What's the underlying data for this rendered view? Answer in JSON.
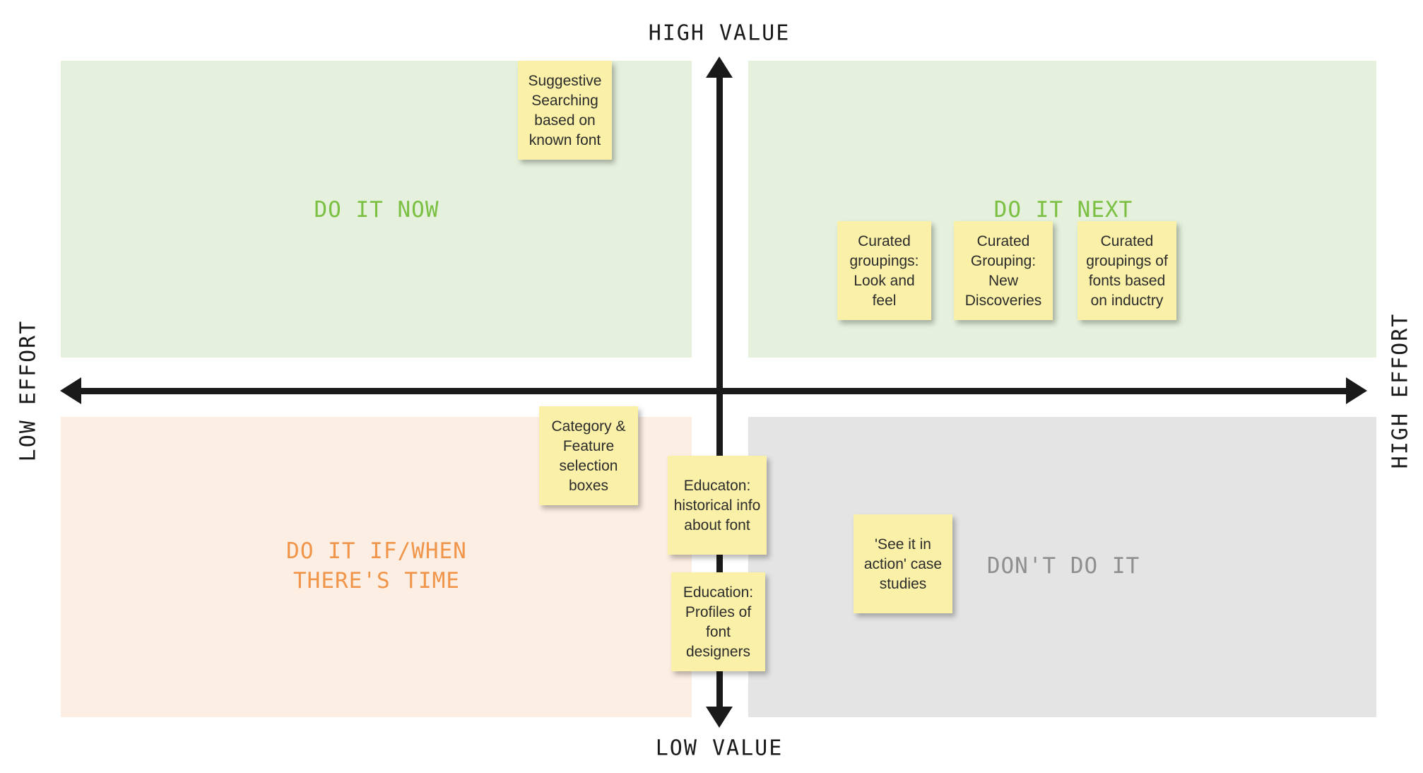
{
  "axes": {
    "top_label": "HIGH VALUE",
    "bottom_label": "LOW VALUE",
    "left_label": "LOW EFFORT",
    "right_label": "HIGH EFFORT"
  },
  "quadrants": {
    "do_now": {
      "label": "DO IT NOW",
      "color": "#7bc043",
      "background": "#e5f1dc"
    },
    "do_next": {
      "label": "DO IT NEXT",
      "color": "#7bc043",
      "background": "#e5f1dc"
    },
    "if_when": {
      "label": "DO IT IF/WHEN\nTHERE'S TIME",
      "color": "#f0954a",
      "background": "#fceee2"
    },
    "dont": {
      "label": "DON'T DO IT",
      "color": "#8f8f8f",
      "background": "#e4e4e4"
    }
  },
  "notes": {
    "suggestive": "Suggestive Searching based on known font",
    "curated_look": "Curated groupings: Look and feel",
    "curated_new": "Curated Grouping: New Discoveries",
    "curated_industry": "Curated groupings of fonts based on inductry",
    "category_feature": "Category & Feature selection boxes",
    "education_historical": "Educaton: historical info about font",
    "education_profiles": "Education: Profiles of font designers",
    "see_it_in_action": "'See it in action' case studies"
  }
}
